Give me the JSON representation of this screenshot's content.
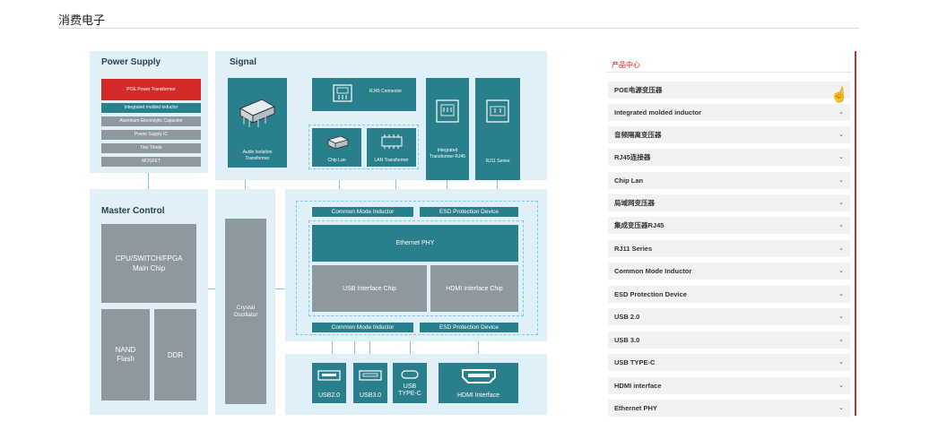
{
  "page": {
    "title": "消费电子"
  },
  "diagram": {
    "power_supply": {
      "title": "Power Supply",
      "items": [
        "POE Power Transformer",
        "Integrated molded inductor",
        "Aluminum Electrolytic Capacitor",
        "Power Supply IC",
        "Two Triode",
        "MOSFET"
      ]
    },
    "signal": {
      "title": "Signal",
      "audio": "Audio Isolation Transformer",
      "rj45_connector": "RJ45 Connector",
      "chip_lan": "Chip Lan",
      "lan_transformer": "LAN Transformer",
      "integrated_rj45": "Integrated Transformer RJ45",
      "rj11": "RJ11 Series"
    },
    "master_control": {
      "title": "Master Control",
      "cpu": "CPU/SWITCH/FPGA Main Chip",
      "nand": "NAND Flash",
      "ddr": "DDR"
    },
    "crystal": "Crystal Oscillator",
    "core": {
      "cmi_top": "Common Mode Inductor",
      "esd_top": "ESD Protection Device",
      "ethernet_phy": "Ethernet PHY",
      "usb_chip": "USB Interface Chip",
      "hdmi_chip": "HDMI Interface Chip",
      "cmi_bottom": "Common Mode Inductor",
      "esd_bottom": "ESD Protection Device"
    },
    "ports": [
      "USB2.0",
      "USB3.0",
      "USB TYPE-C",
      "HDMI Interface"
    ]
  },
  "sidebar": {
    "heading": "产品中心",
    "items": [
      "POE电源变压器",
      "Integrated molded inductor",
      "音频隔离变压器",
      "RJ45连接器",
      "Chip Lan",
      "局域网变压器",
      "集成变压器RJ45",
      "RJ11 Series",
      "Common Mode Inductor",
      "ESD Protection Device",
      "USB 2.0",
      "USB 3.0",
      "USB TYPE-C",
      "HDMI interface",
      "Ethernet PHY"
    ]
  },
  "colors": {
    "accent": "#c41d1d",
    "teal": "#2a7f8d",
    "panel": "#dff0f8"
  },
  "icons": {
    "chevron": "chevron-down-icon",
    "cursor": "hand-pointer-icon"
  }
}
